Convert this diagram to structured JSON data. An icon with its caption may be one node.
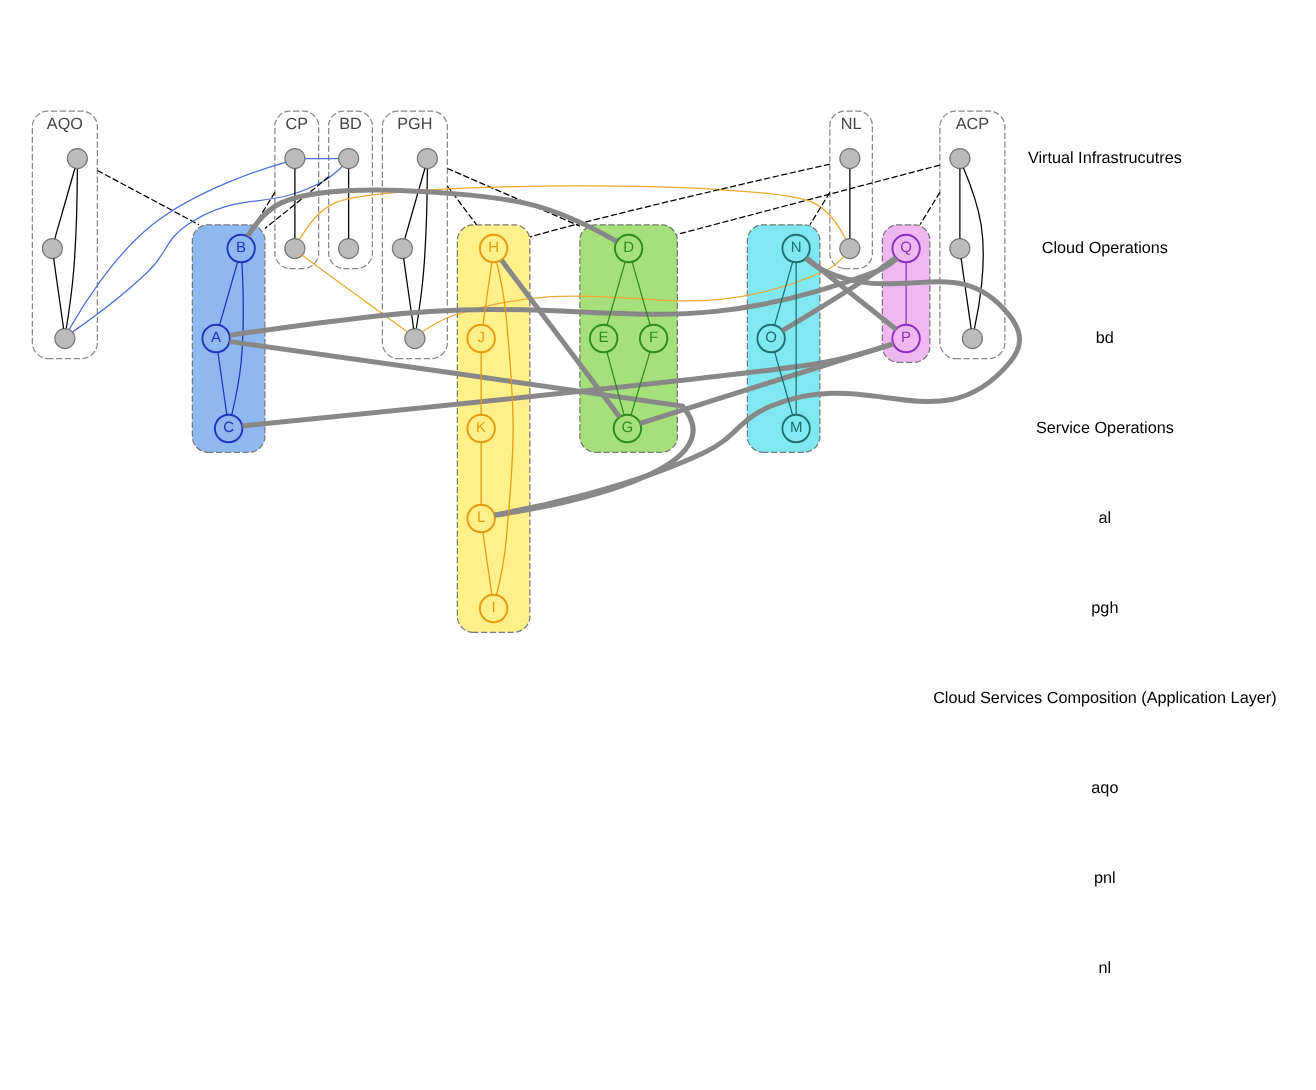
{
  "diagram": {
    "nodes": [
      {
        "text": [
          "AQO"
        ]
      },
      {
        "text": [],
        "shape": "circle",
        "in": 0
      },
      {
        "text": [],
        "shape": "circle",
        "in": 0
      },
      {
        "text": [],
        "shape": "circle",
        "in": 0
      },
      {
        "text": [
          "BD"
        ]
      },
      {
        "text": [],
        "shape": "circle",
        "in": 4
      },
      {
        "text": [],
        "shape": "circle",
        "in": 4
      },
      {
        "text": [
          "ACP"
        ]
      },
      {
        "text": [],
        "shape": "circle",
        "in": 7
      },
      {
        "text": [],
        "shape": "circle",
        "in": 7
      },
      {
        "text": [],
        "shape": "circle",
        "in": 7
      },
      {
        "text": [
          "PGH"
        ]
      },
      {
        "text": [],
        "shape": "circle",
        "in": 11
      },
      {
        "text": [],
        "shape": "circle",
        "in": 11
      },
      {
        "text": [],
        "shape": "circle",
        "in": 11
      },
      {
        "text": [
          "CP"
        ]
      },
      {
        "text": [],
        "shape": "circle",
        "in": 15
      },
      {
        "text": [],
        "shape": "circle",
        "in": 15
      },
      {
        "text": [
          "NL"
        ]
      },
      {
        "text": [],
        "shape": "circle",
        "in": 18
      },
      {
        "text": [],
        "shape": "circle",
        "in": 18
      },
      {
        "text": [],
        "shape": "ellipse"
      },
      {
        "text": [
          "B"
        ],
        "in": 21
      },
      {
        "text": [
          "A"
        ],
        "in": 21
      },
      {
        "text": [
          "C"
        ],
        "in": 21
      },
      {
        "text": [],
        "shape": "ellipse"
      },
      {
        "text": [
          "D"
        ],
        "in": 25
      },
      {
        "text": [
          "E"
        ],
        "in": 25
      },
      {
        "text": [
          "F"
        ],
        "in": 25
      },
      {
        "text": [
          "G"
        ],
        "in": 25
      },
      {
        "text": [],
        "shape": "ellipse"
      },
      {
        "text": [
          "Q"
        ],
        "in": 30
      },
      {
        "text": [
          "P"
        ],
        "in": 30
      },
      {
        "text": [],
        "shape": "ellipse"
      },
      {
        "text": [
          "N"
        ],
        "in": 33
      },
      {
        "text": [
          "O"
        ],
        "in": 33
      },
      {
        "text": [
          "M"
        ],
        "in": 33
      },
      {
        "text": [],
        "shape": "ellipse"
      },
      {
        "text": [
          "H"
        ],
        "in": 37
      },
      {
        "text": [
          "I"
        ],
        "in": 37
      },
      {
        "text": [
          "J"
        ],
        "in": 37
      },
      {
        "text": [
          "L"
        ],
        "in": 37
      },
      {
        "text": [
          "K"
        ],
        "in": 37
      }
    ],
    "edges": [
      {
        "from": 1,
        "to": 2,
        "arrow": "none"
      },
      {
        "from": 1,
        "to": 3,
        "arrow": "none"
      },
      {
        "from": 2,
        "to": 3,
        "arrow": "none"
      },
      {
        "from": 5,
        "to": 6,
        "arrow": "none"
      },
      {
        "from": 8,
        "to": 9,
        "arrow": "none"
      },
      {
        "from": 8,
        "to": 10,
        "arrow": "none"
      },
      {
        "from": 9,
        "to": 10,
        "arrow": "none"
      },
      {
        "from": 12,
        "to": 13,
        "arrow": "none"
      },
      {
        "from": 12,
        "to": 14,
        "arrow": "none"
      },
      {
        "from": 13,
        "to": 14,
        "arrow": "none"
      },
      {
        "from": 16,
        "to": 17,
        "arrow": "none"
      },
      {
        "from": 19,
        "to": 20,
        "arrow": "none"
      },
      {
        "from": 5,
        "to": 3,
        "arrow": "none",
        "color": "#4a6fd8"
      },
      {
        "from": 5,
        "to": 16,
        "arrow": "none",
        "color": "#4a6fd8"
      },
      {
        "from": 3,
        "to": 16,
        "arrow": "none",
        "color": "#4a6fd8"
      },
      {
        "from": 17,
        "to": 14,
        "arrow": "none",
        "color": "#f0a830"
      },
      {
        "from": 17,
        "to": 20,
        "arrow": "none",
        "color": "#f0a830"
      },
      {
        "from": 14,
        "to": 20,
        "arrow": "none",
        "color": "#f0a830"
      },
      {
        "from": 0,
        "to": 21,
        "arrow": "none",
        "style": "dashed"
      },
      {
        "from": 4,
        "to": 21,
        "arrow": "none",
        "style": "dashed"
      },
      {
        "from": 15,
        "to": 21,
        "arrow": "none",
        "style": "dashed"
      },
      {
        "from": 7,
        "to": 30,
        "arrow": "none",
        "style": "dashed"
      },
      {
        "from": 7,
        "to": 25,
        "arrow": "none",
        "style": "dashed"
      },
      {
        "from": 11,
        "to": 25,
        "arrow": "none",
        "style": "dashed"
      },
      {
        "from": 11,
        "to": 37,
        "arrow": "none",
        "style": "dashed"
      },
      {
        "from": 18,
        "to": 33,
        "arrow": "none",
        "style": "dashed"
      },
      {
        "from": 18,
        "to": 37,
        "arrow": "none",
        "style": "dashed"
      },
      {
        "from": 22,
        "to": 23,
        "arrow": "none",
        "color": "#2233bb"
      },
      {
        "from": 22,
        "to": 24,
        "arrow": "none",
        "color": "#2233bb"
      },
      {
        "from": 23,
        "to": 24,
        "arrow": "none",
        "color": "#2233bb"
      },
      {
        "from": 26,
        "to": 27,
        "arrow": "none",
        "color": "#2f8a1f"
      },
      {
        "from": 26,
        "to": 28,
        "arrow": "none",
        "color": "#2f8a1f"
      },
      {
        "from": 28,
        "to": 29,
        "arrow": "none",
        "color": "#2f8a1f"
      },
      {
        "from": 27,
        "to": 29,
        "arrow": "none",
        "color": "#2f8a1f"
      },
      {
        "from": 31,
        "to": 32,
        "arrow": "none",
        "color": "#8a2fc0"
      },
      {
        "from": 34,
        "to": 35,
        "arrow": "none",
        "color": "#1f6f6f"
      },
      {
        "from": 34,
        "to": 36,
        "arrow": "none",
        "color": "#1f6f6f"
      },
      {
        "from": 35,
        "to": 36,
        "arrow": "none",
        "color": "#1f6f6f"
      },
      {
        "from": 39,
        "to": 38,
        "arrow": "none",
        "color": "#e89a10"
      },
      {
        "from": 38,
        "to": 40,
        "arrow": "none",
        "color": "#e89a10"
      },
      {
        "from": 40,
        "to": 42,
        "arrow": "none",
        "color": "#e89a10"
      },
      {
        "from": 42,
        "to": 41,
        "arrow": "none",
        "color": "#e89a10"
      },
      {
        "from": 41,
        "to": 39,
        "arrow": "none",
        "color": "#e89a10"
      },
      {
        "from": 22,
        "to": 26,
        "arrow": "none",
        "style": "thick",
        "color": "#888888"
      },
      {
        "from": 23,
        "to": 31,
        "arrow": "none",
        "style": "thick",
        "color": "#888888"
      },
      {
        "from": 24,
        "to": 32,
        "arrow": "none",
        "style": "thick",
        "color": "#888888"
      },
      {
        "from": 23,
        "to": 41,
        "arrow": "none",
        "style": "thick",
        "color": "#888888"
      },
      {
        "from": 32,
        "to": 29,
        "arrow": "none",
        "style": "thick",
        "color": "#888888"
      },
      {
        "from": 29,
        "to": 38,
        "arrow": "none",
        "style": "thick",
        "color": "#888888"
      },
      {
        "from": 32,
        "to": 34,
        "arrow": "none",
        "style": "thick",
        "color": "#888888"
      },
      {
        "from": 34,
        "to": 41,
        "arrow": "none",
        "style": "thick",
        "color": "#888888"
      },
      {
        "from": 31,
        "to": 35,
        "arrow": "none",
        "style": "thick",
        "color": "#888888"
      }
    ],
    "labels": [
      "Virtual Infrastrucutres",
      "Cloud Operations",
      "bd",
      "Service Operations",
      "al",
      "pgh",
      "Cloud Services Composition (Application Layer)",
      "aqo",
      "pnl",
      "nl"
    ]
  }
}
